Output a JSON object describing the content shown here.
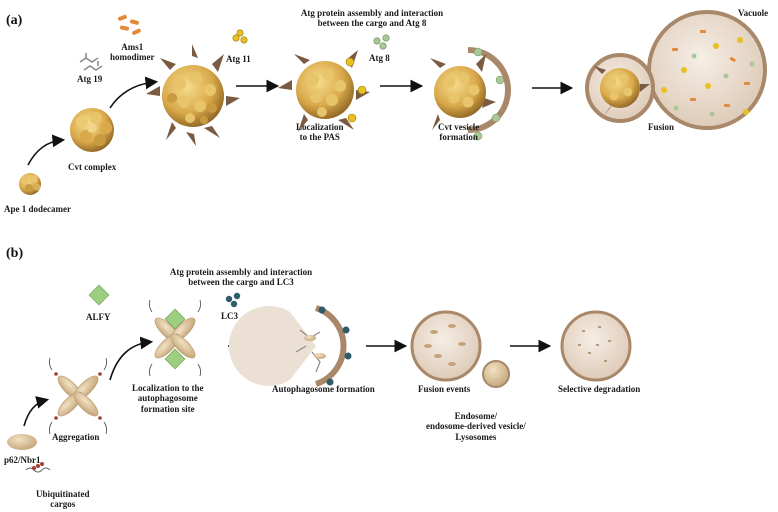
{
  "panel_a": {
    "letter": "(a)",
    "labels": {
      "ape1": "Ape 1 dodecamer",
      "cvt_complex": "Cvt complex",
      "atg19": "Atg 19",
      "ams1_line1": "Ams1",
      "ams1_line2": "homodimer",
      "atg11": "Atg 11",
      "header_line1": "Atg protein assembly and interaction",
      "header_line2": "between the cargo and Atg 8",
      "atg8": "Atg 8",
      "pas_line1": "Localization",
      "pas_line2": "to the PAS",
      "cvt_vesicle_line1": "Cvt vesicle",
      "cvt_vesicle_line2": "formation",
      "vacuole": "Vacuole",
      "fusion": "Fusion"
    }
  },
  "panel_b": {
    "letter": "(b)",
    "labels": {
      "header_line1": "Atg protein assembly and interaction",
      "header_line2": "between the cargo and LC3",
      "alfy": "ALFY",
      "lc3": "LC3",
      "p62": "p62/Nbr1",
      "aggregation": "Aggregation",
      "ubiq_line1": "Ubiquitinated",
      "ubiq_line2": "cargos",
      "loc_line1": "Localization to the",
      "loc_line2": "autophagosome",
      "loc_line3": "formation site",
      "autophagosome": "Autophagosome formation",
      "fusion_events": "Fusion events",
      "endo_line1": "Endosome/",
      "endo_line2": "endosome-derived vesicle/",
      "endo_line3": "Lysosomes",
      "selective": "Selective degradation"
    }
  },
  "colors": {
    "cargo_gold": "#d9b05a",
    "cargo_dark": "#8a6020",
    "atg19_gray": "#9a9a9a",
    "ams1_orange": "#e08a3c",
    "atg11_yellow": "#e8c020",
    "atg8_green": "#a8c898",
    "membrane_brown": "#a88868",
    "vesicle_fill": "#efe4d8",
    "alfy_green": "#9ccf80",
    "lc3_teal": "#2f5c68",
    "p62_tan": "#d8bf98",
    "ubiquitin_red": "#a04030"
  }
}
